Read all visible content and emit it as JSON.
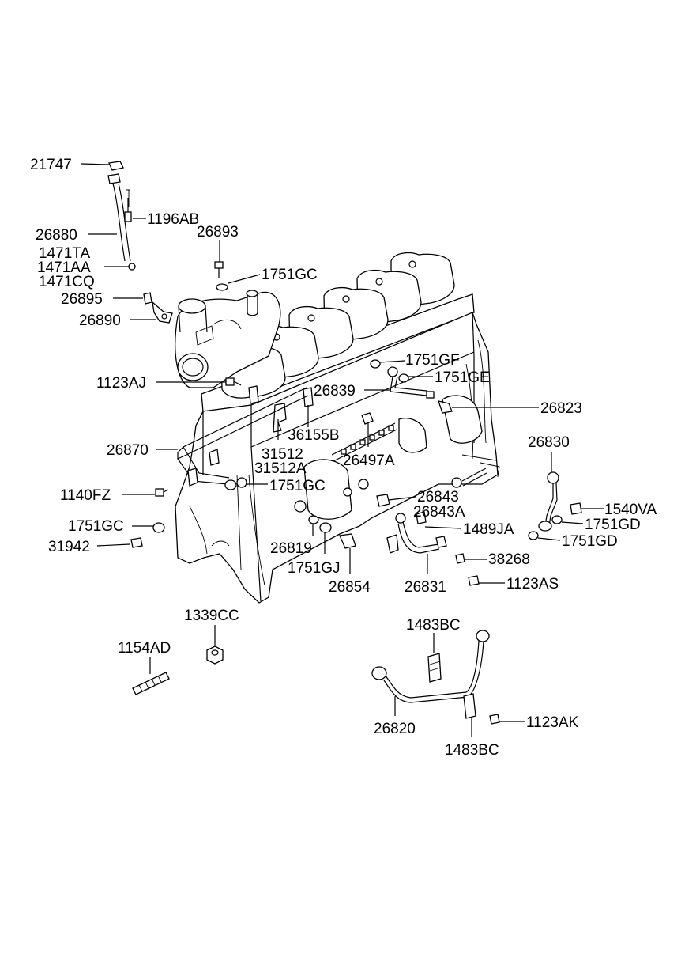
{
  "part_labels": [
    {
      "id": "21747",
      "text": "21747"
    },
    {
      "id": "1196AB",
      "text": "1196AB"
    },
    {
      "id": "26880",
      "text": "26880"
    },
    {
      "id": "26893",
      "text": "26893"
    },
    {
      "id": "1471TA",
      "text": "1471TA"
    },
    {
      "id": "1471AA",
      "text": "1471AA"
    },
    {
      "id": "1471CQ",
      "text": "1471CQ"
    },
    {
      "id": "1751GC-top",
      "text": "1751GC"
    },
    {
      "id": "26895",
      "text": "26895"
    },
    {
      "id": "26890",
      "text": "26890"
    },
    {
      "id": "1751GF",
      "text": "1751GF"
    },
    {
      "id": "1751GE",
      "text": "1751GE"
    },
    {
      "id": "1123AJ",
      "text": "1123AJ"
    },
    {
      "id": "26839",
      "text": "26839"
    },
    {
      "id": "26823",
      "text": "26823"
    },
    {
      "id": "36155B",
      "text": "36155B"
    },
    {
      "id": "26870",
      "text": "26870"
    },
    {
      "id": "31512",
      "text": "31512"
    },
    {
      "id": "26830",
      "text": "26830"
    },
    {
      "id": "31512A",
      "text": "31512A"
    },
    {
      "id": "26497A",
      "text": "26497A"
    },
    {
      "id": "1140FZ",
      "text": "1140FZ"
    },
    {
      "id": "1751GC-mid",
      "text": "1751GC"
    },
    {
      "id": "26843",
      "text": "26843"
    },
    {
      "id": "1540VA",
      "text": "1540VA"
    },
    {
      "id": "26843A",
      "text": "26843A"
    },
    {
      "id": "1751GC-low",
      "text": "1751GC"
    },
    {
      "id": "1751GD-1",
      "text": "1751GD"
    },
    {
      "id": "1489JA",
      "text": "1489JA"
    },
    {
      "id": "1751GD-2",
      "text": "1751GD"
    },
    {
      "id": "31942",
      "text": "31942"
    },
    {
      "id": "26819",
      "text": "26819"
    },
    {
      "id": "38268",
      "text": "38268"
    },
    {
      "id": "1751GJ",
      "text": "1751GJ"
    },
    {
      "id": "1123AS",
      "text": "1123AS"
    },
    {
      "id": "26854",
      "text": "26854"
    },
    {
      "id": "26831",
      "text": "26831"
    },
    {
      "id": "1339CC",
      "text": "1339CC"
    },
    {
      "id": "1483BC-top",
      "text": "1483BC"
    },
    {
      "id": "1154AD",
      "text": "1154AD"
    },
    {
      "id": "1123AK",
      "text": "1123AK"
    },
    {
      "id": "26820",
      "text": "26820"
    },
    {
      "id": "1483BC-bottom",
      "text": "1483BC"
    }
  ]
}
